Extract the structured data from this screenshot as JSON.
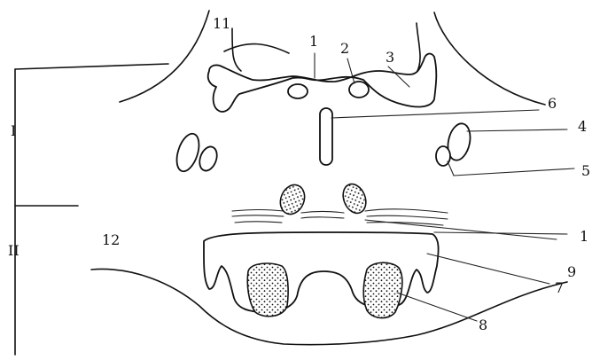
{
  "labels": {
    "n1": "1",
    "n2": "2",
    "n3": "3",
    "n4": "4",
    "n5": "5",
    "n6": "6",
    "n7": "7",
    "n8": "8",
    "n9": "9",
    "n10": "1",
    "n11": "11",
    "n12": "12",
    "roman1": "I",
    "roman2": "II"
  }
}
